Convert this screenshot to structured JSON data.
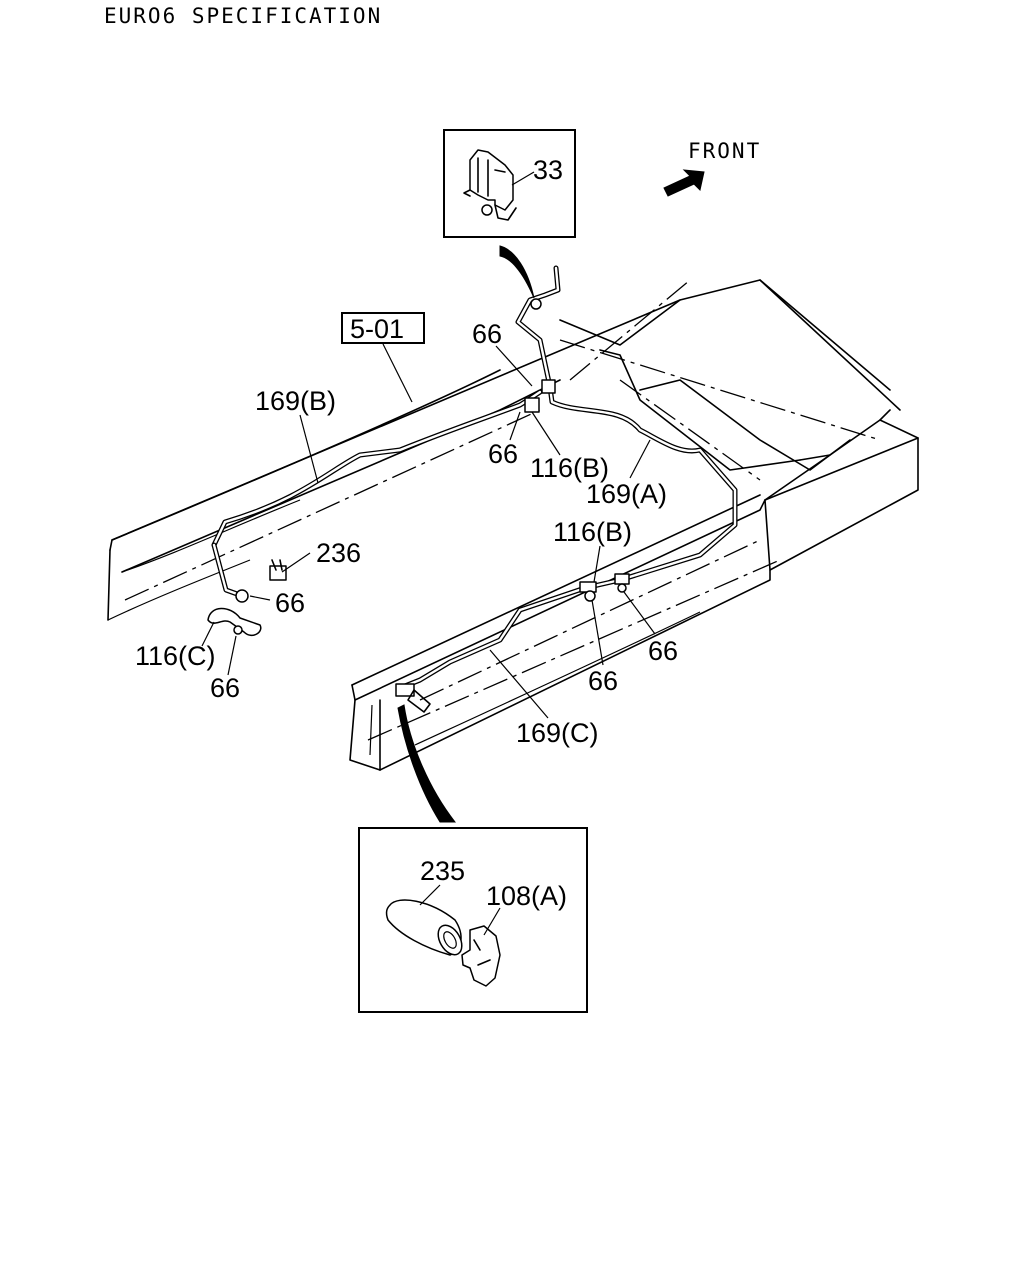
{
  "header": {
    "title": "EURO6 SPECIFICATION"
  },
  "direction": {
    "label": "FRONT"
  },
  "section_ref": "5-01",
  "callouts": {
    "c33": "33",
    "c66_top": "66",
    "c169b": "169(B)",
    "c66_mid": "66",
    "c116b_top": "116(B)",
    "c169a": "169(A)",
    "c236": "236",
    "c66_left": "66",
    "c116c": "116(C)",
    "c66_bottom_left": "66",
    "c116b_right": "116(B)",
    "c66_right": "66",
    "c66_right_bottom": "66",
    "c169c": "169(C)",
    "c235": "235",
    "c108a": "108(A)"
  },
  "icons": {
    "direction_arrow": "arrow-up-right",
    "detail_pointer": "curved-callout-arrow"
  }
}
